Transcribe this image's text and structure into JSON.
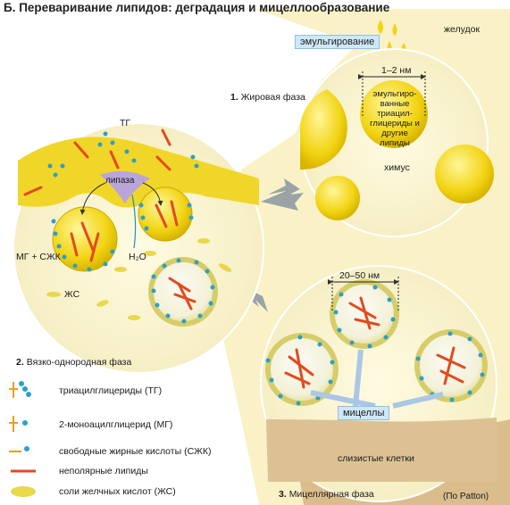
{
  "title": "Б. Переваривание липидов: деградация и мицеллообразование",
  "labels": {
    "stomach": "желудок",
    "emulsification": "эмульгирование",
    "size_fat": "1–2 нм",
    "emulsified": "эмульгиро-ванные триацил-глицериды и другие липиды",
    "chyme": "химус",
    "tg": "ТГ",
    "lipase": "липаза",
    "mg_ffa": "МГ + СЖК",
    "water": "H₂O",
    "bile": "ЖС",
    "size_micelle": "20–50 нм",
    "micelles": "мицеллы",
    "mucosa": "слизистые клетки",
    "source": "(По Patton)"
  },
  "phases": [
    {
      "num": "1.",
      "name": "Жировая фаза"
    },
    {
      "num": "2.",
      "name": "Вязко-однородная фаза"
    },
    {
      "num": "3.",
      "name": "Мицеллярная фаза"
    }
  ],
  "legend": [
    {
      "label": "триацилглицериды (ТГ)"
    },
    {
      "label": "2-моноацилглицерид (МГ)"
    },
    {
      "label": "свободные жирные кислоты (СЖК)"
    },
    {
      "label": "неполярные липиды"
    },
    {
      "label": "соли желчных кислот (ЖС)"
    }
  ],
  "colors": {
    "bg_yellow": "#faf3c8",
    "fat": "#f2d413",
    "fat_edge": "#c9a900",
    "nonpolar": "#e24a1e",
    "headgroup": "#2aa0c9",
    "arrow": "#9aa3a8",
    "mucosa": "#d9b989"
  }
}
